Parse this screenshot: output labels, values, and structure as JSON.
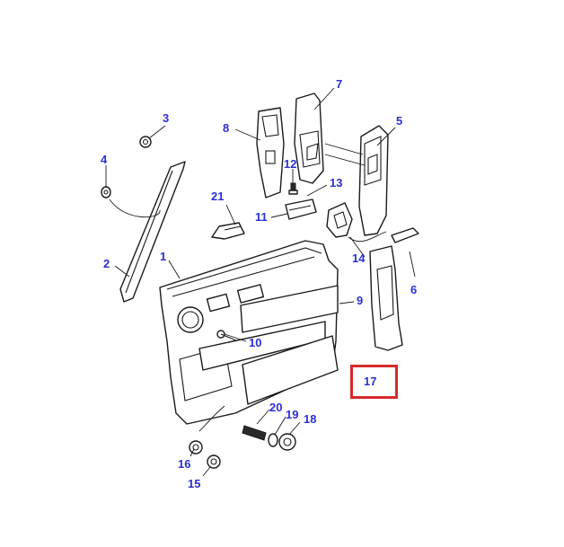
{
  "diagram": {
    "callouts": [
      {
        "id": "c1",
        "text": "1"
      },
      {
        "id": "c2",
        "text": "2"
      },
      {
        "id": "c3",
        "text": "3"
      },
      {
        "id": "c4",
        "text": "4"
      },
      {
        "id": "c5",
        "text": "5"
      },
      {
        "id": "c6",
        "text": "6"
      },
      {
        "id": "c7",
        "text": "7"
      },
      {
        "id": "c8",
        "text": "8"
      },
      {
        "id": "c9",
        "text": "9"
      },
      {
        "id": "c10",
        "text": "10"
      },
      {
        "id": "c11",
        "text": "11"
      },
      {
        "id": "c12",
        "text": "12"
      },
      {
        "id": "c13",
        "text": "13"
      },
      {
        "id": "c14",
        "text": "14"
      },
      {
        "id": "c15",
        "text": "15"
      },
      {
        "id": "c16",
        "text": "16"
      },
      {
        "id": "c17",
        "text": "17"
      },
      {
        "id": "c18",
        "text": "18"
      },
      {
        "id": "c19",
        "text": "19"
      },
      {
        "id": "c20",
        "text": "20"
      },
      {
        "id": "c21",
        "text": "21"
      }
    ],
    "highlighted_callout": "17",
    "colors": {
      "callout_text": "#2b2fd6",
      "highlight_border": "#d62a2a",
      "line_art": "#1a1a1a",
      "background": "#ffffff"
    }
  }
}
